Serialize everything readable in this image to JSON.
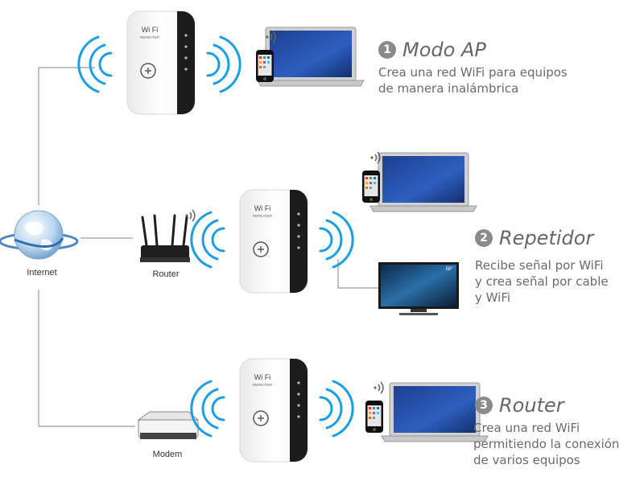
{
  "modes": [
    {
      "number": "1",
      "title": "Modo AP",
      "description": [
        "Crea una red WiFi para equipos",
        "de manera inalámbrica"
      ]
    },
    {
      "number": "2",
      "title": "Repetidor",
      "description": [
        "Recibe señal por WiFi",
        "y crea señal por cable",
        "y WiFi"
      ]
    },
    {
      "number": "3",
      "title": "Router",
      "description": [
        "Crea una  red WiFi",
        "permitiendo la conexión",
        "de varios equipos"
      ]
    }
  ],
  "labels": {
    "internet": "Internet",
    "router": "Router",
    "modem": "Modem"
  },
  "device_text": {
    "wifi": "Wi Fi",
    "repeater": "REPEATER",
    "tv_temp": "58°"
  },
  "colors": {
    "wave_blue": "#1a9fe0",
    "line_gray": "#9a9a9a",
    "badge_gray": "#8a8a8a",
    "text_gray": "#666666"
  }
}
